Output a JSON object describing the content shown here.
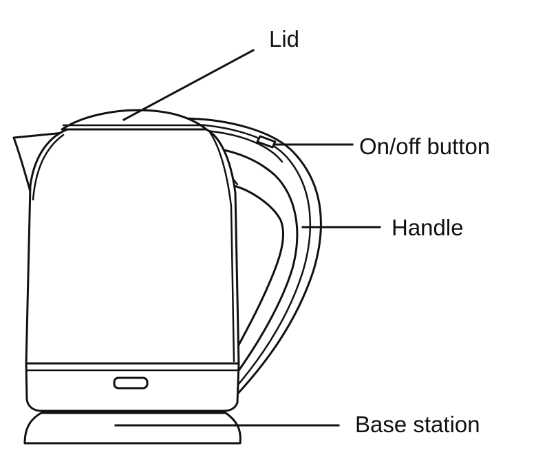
{
  "labels": {
    "lid": "Lid",
    "on_off_button": "On/off button",
    "handle": "Handle",
    "base_station": "Base station"
  },
  "colors": {
    "line": "#111111",
    "background": "#ffffff"
  }
}
